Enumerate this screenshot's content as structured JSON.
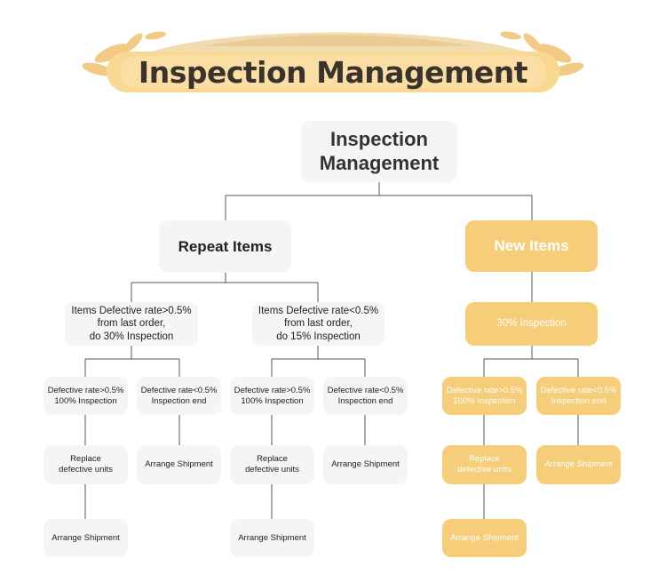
{
  "banner": {
    "title": "Inspection Management"
  },
  "colors": {
    "accent": "#f6cd78",
    "box": "#f5f5f5",
    "line": "#555555",
    "title": "#3a332d"
  },
  "nodes": {
    "root": "Inspection\nManagement",
    "repeat": "Repeat Items",
    "new": "New Items",
    "repeat_high": "Items Defective rate>0.5%\nfrom last order,\ndo 30% Inspection",
    "repeat_low": "Items Defective rate<0.5%\nfrom last order,\ndo 15% Inspection",
    "new_inspection": "30% Inspection",
    "a_high": "Defective rate>0.5%\n100% Inspection",
    "a_low": "Defective rate<0.5%\nInspection end",
    "b_high": "Defective rate>0.5%\n100% Inspection",
    "b_low": "Defective rate<0.5%\nInspection end",
    "c_high": "Defective rate>0.5%\n100% Inspection",
    "c_low": "Defective rate<0.5%\nInspection end",
    "a_replace": "Replace\ndefective units",
    "a_ship_low": "Arrange Shipment",
    "b_replace": "Replace\ndefective units",
    "b_ship_low": "Arrange Shipment",
    "c_replace": "Replace\ndefective units",
    "c_ship_low": "Arrange Shipment",
    "a_ship": "Arrange Shipment",
    "b_ship": "Arrange Shipment",
    "c_ship": "Arrange Shipment"
  }
}
